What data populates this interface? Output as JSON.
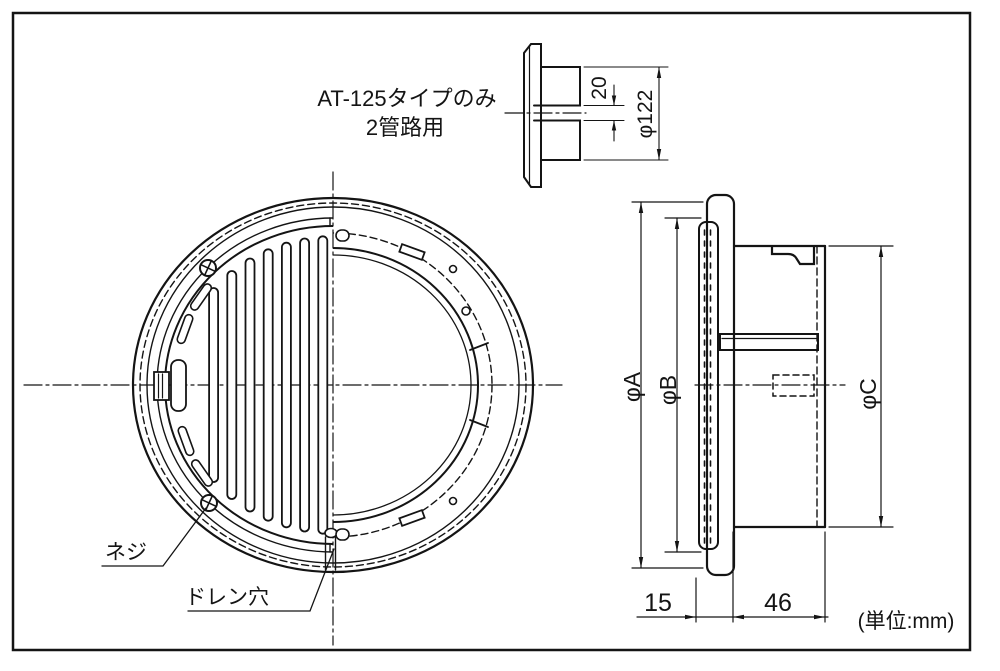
{
  "drawing": {
    "note": {
      "line1": "AT-125タイプのみ",
      "line2": "2管路用"
    },
    "labels": {
      "screw": "ネジ",
      "drain": "ドレン穴",
      "unit": "(単位:mm)"
    },
    "dims": {
      "slot_width": "20",
      "adapter_diameter": "φ122",
      "dia_a": "φA",
      "dia_b": "φB",
      "dia_c": "φC",
      "flange_depth": "15",
      "duct_length": "46"
    },
    "colors": {
      "line": "#141414",
      "background": "#ffffff"
    }
  }
}
